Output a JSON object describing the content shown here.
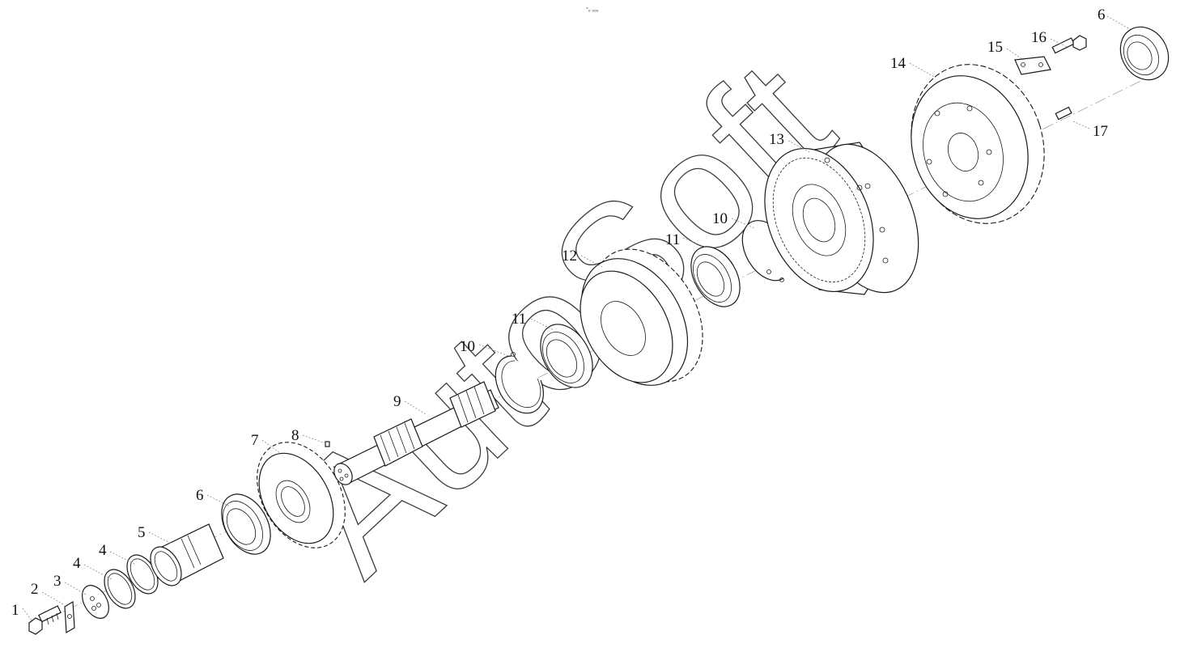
{
  "header_mark": "°ₒ ₒₒₒ",
  "watermark": "AutoSoft",
  "callouts": [
    "1",
    "2",
    "3",
    "4",
    "4",
    "5",
    "6",
    "7",
    "8",
    "9",
    "10",
    "11",
    "11",
    "10",
    "12",
    "13",
    "14",
    "15",
    "16",
    "6",
    "17"
  ]
}
